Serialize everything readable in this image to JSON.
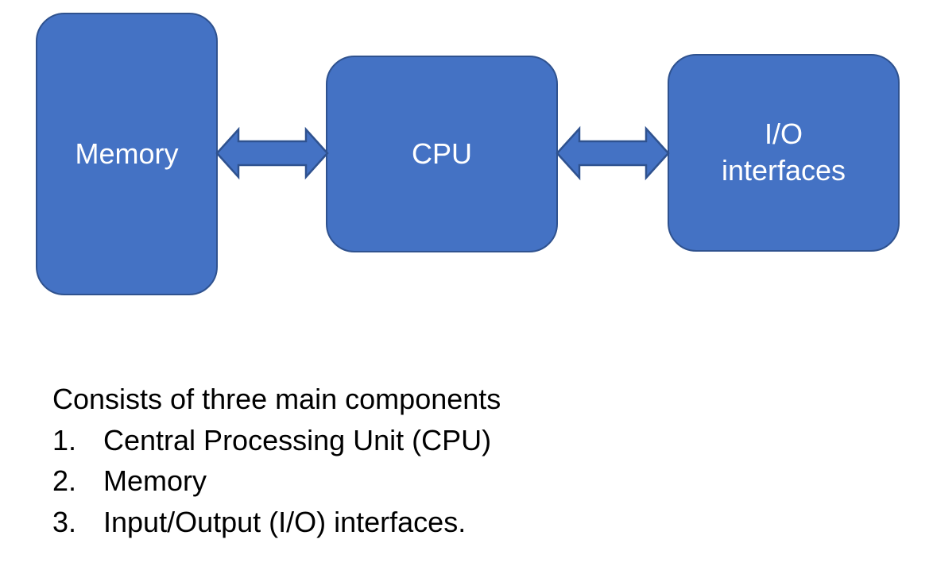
{
  "diagram": {
    "nodes": [
      {
        "id": "memory",
        "label": "Memory"
      },
      {
        "id": "cpu",
        "label": "CPU"
      },
      {
        "id": "io",
        "label": "I/O\ninterfaces",
        "label_lines": [
          "I/O",
          "interfaces"
        ]
      }
    ],
    "edges": [
      {
        "from": "memory",
        "to": "cpu",
        "type": "bidirectional-arrow"
      },
      {
        "from": "cpu",
        "to": "io",
        "type": "bidirectional-arrow"
      }
    ],
    "colors": {
      "node_fill": "#4472c4",
      "node_border": "#2f528f",
      "node_text": "#ffffff",
      "body_text": "#000000"
    }
  },
  "description": {
    "heading": "Consists of three main components",
    "items": [
      {
        "number": "1.",
        "text": "Central Processing Unit (CPU)"
      },
      {
        "number": "2.",
        "text": "Memory"
      },
      {
        "number": "3.",
        "text": "Input/Output (I/O) interfaces."
      }
    ]
  }
}
